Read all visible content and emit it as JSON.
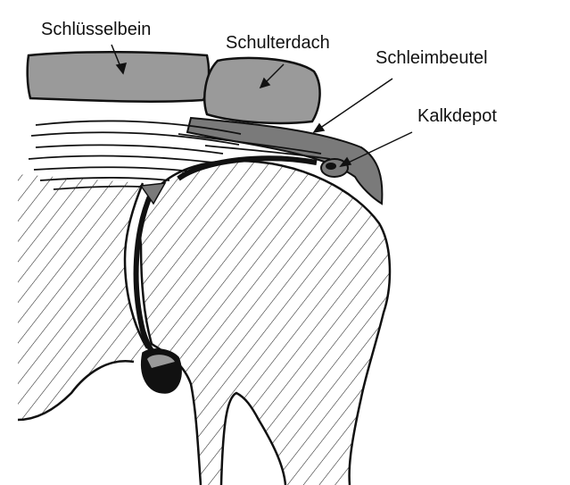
{
  "labels": {
    "clavicle": "Schlüsselbein",
    "acromion": "Schulterdach",
    "bursa": "Schleimbeutel",
    "calcium_deposit": "Kalkdepot"
  },
  "colors": {
    "bone_gray": "#9a9a9a",
    "bursa_gray": "#7a7a7a",
    "outline": "#111111",
    "background": "#ffffff"
  }
}
